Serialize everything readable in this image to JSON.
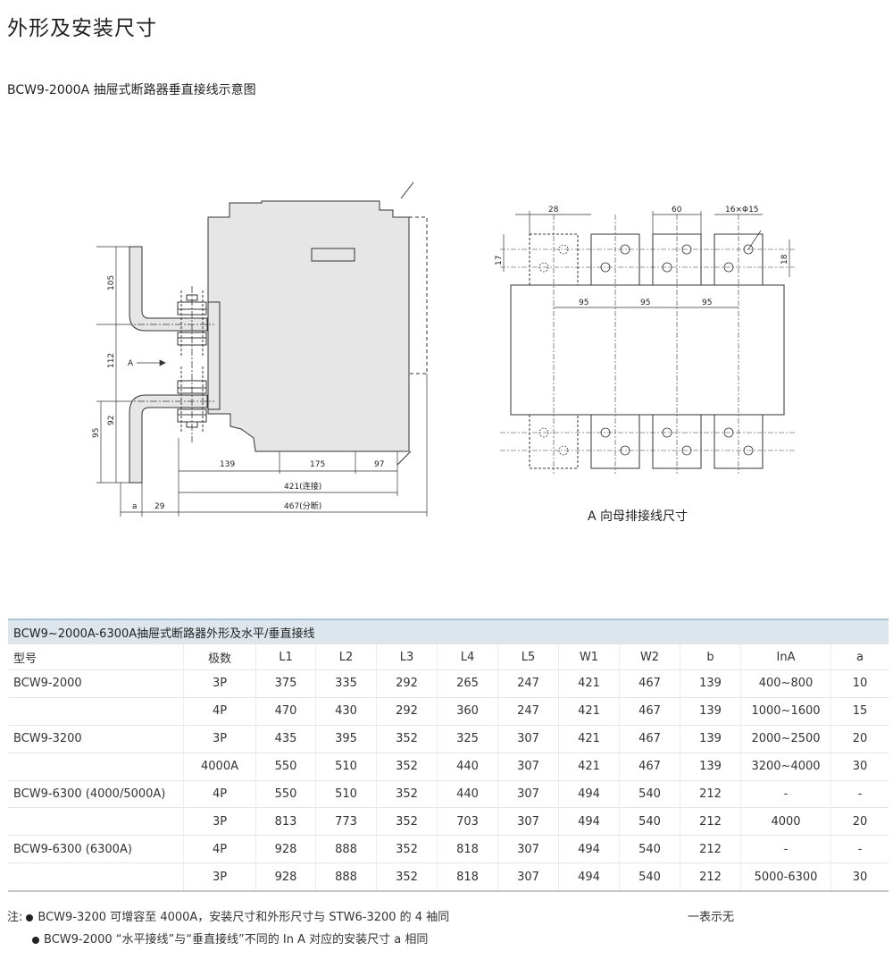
{
  "page": {
    "title": "外形及安装尺寸",
    "drawing_title": "BCW9-2000A 抽屉式断路器垂直接线示意图",
    "view_caption": "A 向母排接线尺寸"
  },
  "side_view_dims": {
    "d105": "105",
    "d112": "112",
    "d95": "95",
    "d92": "92",
    "arrow_a": "A",
    "d139": "139",
    "d175": "175",
    "d97": "97",
    "d421": "421(连接)",
    "d467": "467(分断)",
    "da": "a",
    "d29": "29"
  },
  "a_view_dims": {
    "d28": "28",
    "d60": "60",
    "holes": "16×Φ15",
    "d17": "17",
    "d18": "18",
    "p1": "95",
    "p2": "95",
    "p3": "95"
  },
  "table": {
    "caption": "BCW9~2000A-6300A抽屉式断路器外形及水平/垂直接线",
    "headers": [
      "型号",
      "极数",
      "L1",
      "L2",
      "L3",
      "L4",
      "L5",
      "W1",
      "W2",
      "b",
      "InA",
      "a"
    ],
    "rows": [
      [
        "BCW9-2000",
        "3P",
        "375",
        "335",
        "292",
        "265",
        "247",
        "421",
        "467",
        "139",
        "400~800",
        "10"
      ],
      [
        "",
        "4P",
        "470",
        "430",
        "292",
        "360",
        "247",
        "421",
        "467",
        "139",
        "1000~1600",
        "15"
      ],
      [
        "BCW9-3200",
        "3P",
        "435",
        "395",
        "352",
        "325",
        "307",
        "421",
        "467",
        "139",
        "2000~2500",
        "20"
      ],
      [
        "",
        "4000A",
        "550",
        "510",
        "352",
        "440",
        "307",
        "421",
        "467",
        "139",
        "3200~4000",
        "30"
      ],
      [
        "BCW9-6300 (4000/5000A)",
        "4P",
        "550",
        "510",
        "352",
        "440",
        "307",
        "494",
        "540",
        "212",
        "-",
        "-"
      ],
      [
        "",
        "3P",
        "813",
        "773",
        "352",
        "703",
        "307",
        "494",
        "540",
        "212",
        "4000",
        "20"
      ],
      [
        "BCW9-6300 (6300A)",
        "4P",
        "928",
        "888",
        "352",
        "818",
        "307",
        "494",
        "540",
        "212",
        "-",
        "-"
      ],
      [
        "",
        "3P",
        "928",
        "888",
        "352",
        "818",
        "307",
        "494",
        "540",
        "212",
        "5000-6300",
        "30"
      ]
    ]
  },
  "notes": {
    "prefix": "注:",
    "note1": "BCW9-3200 可增容至 4000A，安装尺寸和外形尺寸与 STW6-3200 的 4 袖同",
    "note2": "BCW9-2000 “水平接线”与“垂直接线”不同的 In A 对应的安装尺寸 a 相同",
    "legend": "一表示无"
  },
  "colors": {
    "body_fill": "#e6e6e6",
    "caption_bg": "#dce6ec",
    "caption_border": "#aac4d4"
  }
}
